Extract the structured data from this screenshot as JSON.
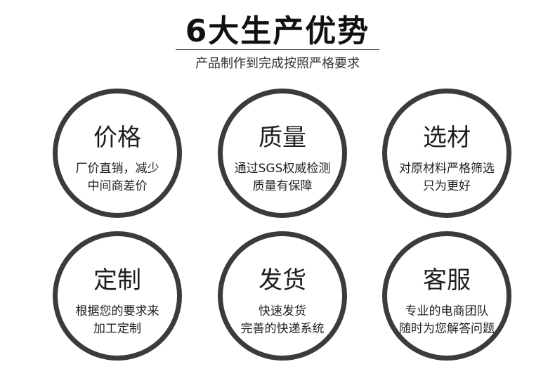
{
  "title": "6大生产优势",
  "subtitle": "产品制作到完成按照严格要求",
  "items": [
    {
      "heading": "价格",
      "line1": "厂价直销，减少",
      "line2": "中间商差价"
    },
    {
      "heading": "质量",
      "line1": "通过SGS权威检测",
      "line2": "质量有保障"
    },
    {
      "heading": "选材",
      "line1": "对原材料严格筛选",
      "line2": "只为更好"
    },
    {
      "heading": "定制",
      "line1": "根据您的要求来",
      "line2": "加工定制"
    },
    {
      "heading": "发货",
      "line1": "快速发货",
      "line2": "完善的快递系统"
    },
    {
      "heading": "客服",
      "line1": "专业的电商团队",
      "line2": "随时为您解答问题"
    }
  ]
}
